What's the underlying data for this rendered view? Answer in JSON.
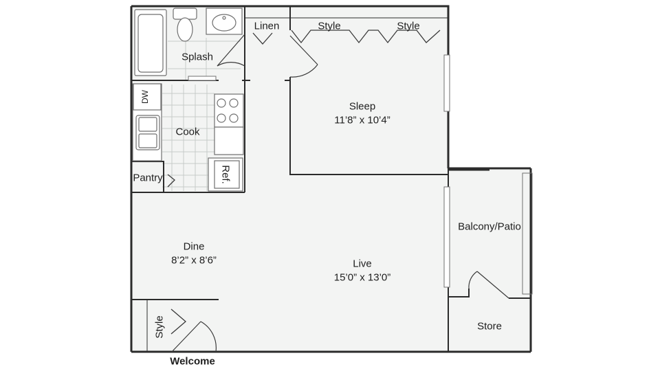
{
  "rooms": {
    "splash": {
      "name": "Splash"
    },
    "linen": {
      "name": "Linen"
    },
    "style_closet_left": {
      "name": "Style"
    },
    "style_closet_right": {
      "name": "Style"
    },
    "sleep": {
      "name": "Sleep",
      "dims": "11’8” x 10’4”"
    },
    "cook": {
      "name": "Cook"
    },
    "dishwasher": {
      "name": "DW"
    },
    "refrigerator": {
      "name": "Ref."
    },
    "pantry": {
      "name": "Pantry"
    },
    "dine": {
      "name": "Dine",
      "dims": "8’2” x 8’6”"
    },
    "live": {
      "name": "Live",
      "dims": "15’0” x 13’0”"
    },
    "balcony": {
      "name": "Balcony/Patio"
    },
    "store": {
      "name": "Store"
    },
    "style_entry": {
      "name": "Style"
    }
  },
  "entry": {
    "label": "Welcome"
  },
  "colors": {
    "wall": "#2b2b2b",
    "floor": "#f3f4f3",
    "fixture": "#ffffff",
    "tile": "#c7cbc9",
    "line": "#6f6f6f"
  }
}
